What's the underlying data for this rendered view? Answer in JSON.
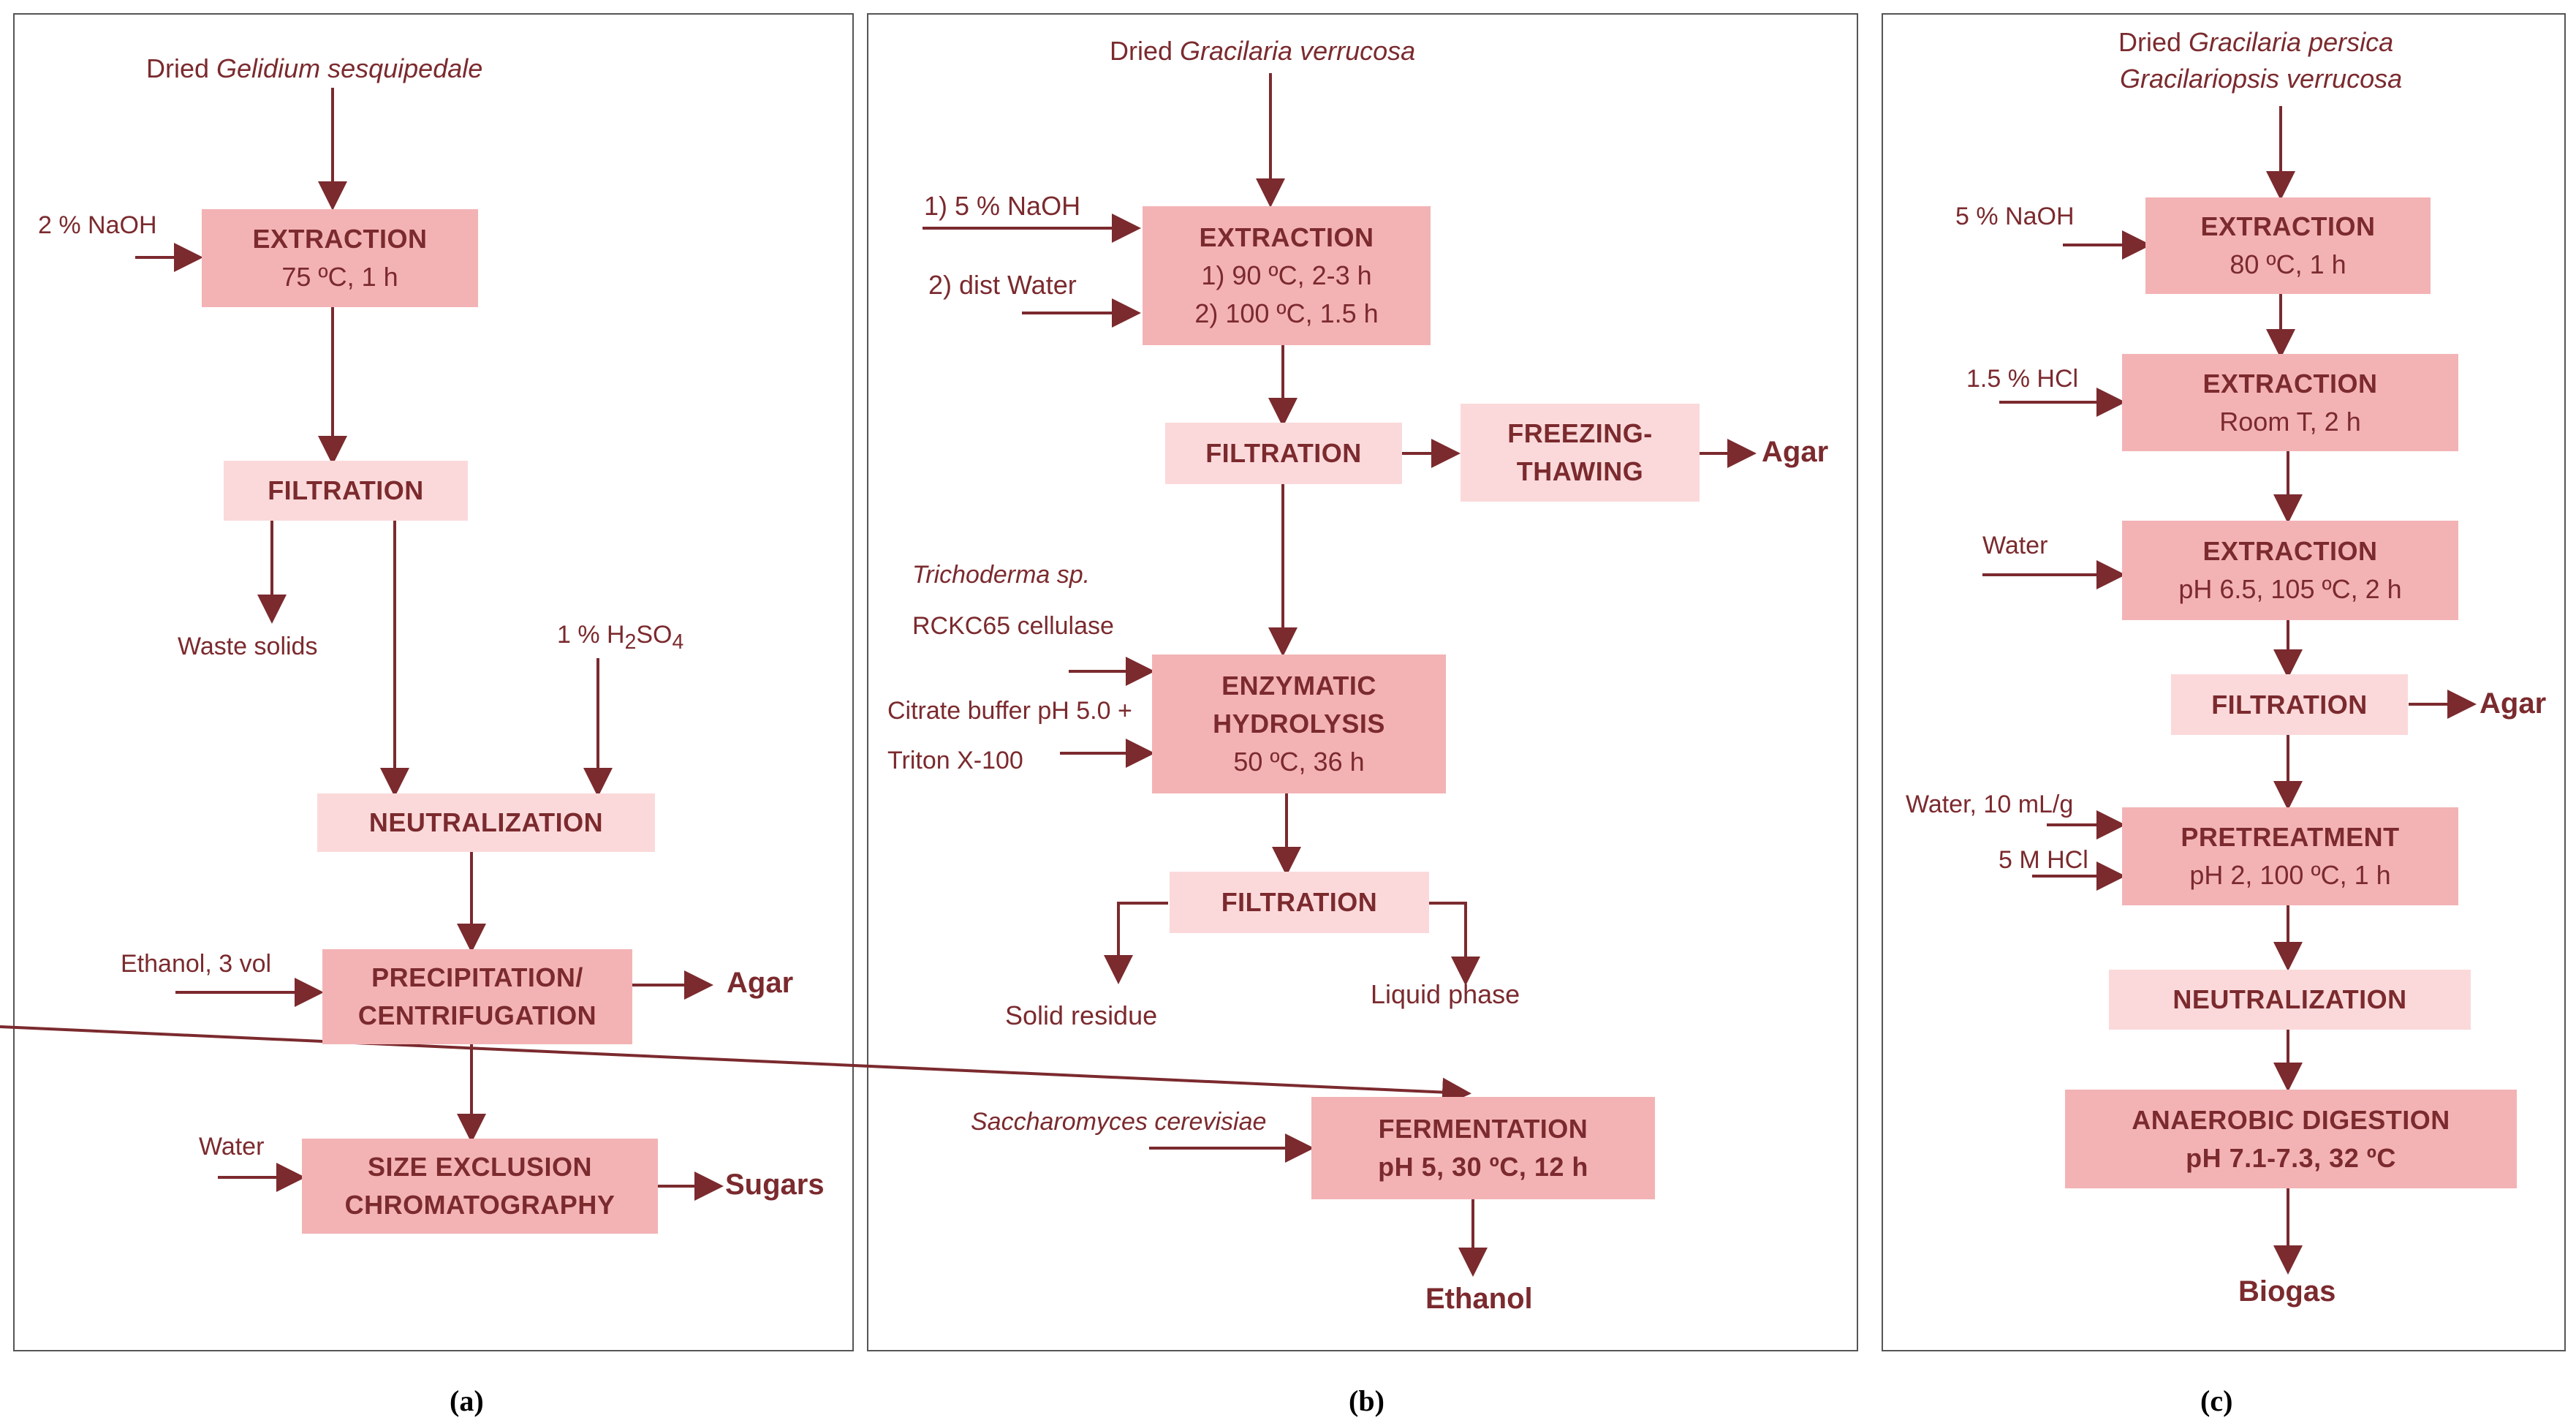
{
  "panels": {
    "a": {
      "caption": "(a)",
      "source": {
        "prefix": "Dried ",
        "species": "Gelidium sesquipedale"
      },
      "steps": [
        {
          "title": "EXTRACTION",
          "lines": [
            "75 ºC, 1 h"
          ]
        },
        {
          "title": "FILTRATION",
          "lines": []
        },
        {
          "title": "NEUTRALIZATION",
          "lines": []
        },
        {
          "title": "PRECIPITATION/",
          "lines": [
            "CENTRIFUGATION"
          ]
        },
        {
          "title": "SIZE EXCLUSION",
          "lines": [
            "CHROMATOGRAPHY"
          ]
        }
      ],
      "inputs": {
        "naoh": "2 % NaOH",
        "h2so4_prefix": "1 % H",
        "h2so4_sub1": "2",
        "h2so4_mid": "SO",
        "h2so4_sub2": "4",
        "ethanol": "Ethanol, 3 vol",
        "water": "Water"
      },
      "outputs": {
        "waste": "Waste solids",
        "agar": "Agar",
        "sugars": "Sugars"
      }
    },
    "b": {
      "caption": "(b)",
      "source": {
        "prefix": "Dried ",
        "species": "Gracilaria verrucosa"
      },
      "steps": [
        {
          "title": "EXTRACTION",
          "lines": [
            "1) 90 ºC, 2-3 h",
            "2) 100 ºC, 1.5 h"
          ]
        },
        {
          "title": "FILTRATION",
          "lines": []
        },
        {
          "title": "FREEZING-",
          "lines": [
            "THAWING"
          ]
        },
        {
          "title": "ENZYMATIC",
          "lines": [
            "HYDROLYSIS",
            "50 ºC, 36 h"
          ]
        },
        {
          "title": "FILTRATION",
          "lines": []
        },
        {
          "title": "FERMENTATION",
          "lines": [
            "pH 5, 30 ºC, 12 h"
          ]
        }
      ],
      "inputs": {
        "naoh": "1) 5 % NaOH",
        "water": "2) dist Water",
        "trichoderma": "Trichoderma sp.",
        "cellulase": "RCKC65 cellulase",
        "citrate": "Citrate buffer pH 5.0 +",
        "triton": "Triton X-100",
        "saccharomyces": "Saccharomyces cerevisiae"
      },
      "outputs": {
        "agar": "Agar",
        "solid": "Solid residue",
        "liquid": "Liquid phase",
        "ethanol": "Ethanol"
      }
    },
    "c": {
      "caption": "(c)",
      "source": {
        "line1_prefix": "Dried ",
        "line1_species": "Gracilaria persica",
        "line2_species": "Gracilariopsis verrucosa"
      },
      "steps": [
        {
          "title": "EXTRACTION",
          "lines": [
            "80 ºC, 1 h"
          ]
        },
        {
          "title": "EXTRACTION",
          "lines": [
            "Room T, 2 h"
          ]
        },
        {
          "title": "EXTRACTION",
          "lines": [
            "pH 6.5, 105 ºC, 2 h"
          ]
        },
        {
          "title": "FILTRATION",
          "lines": []
        },
        {
          "title": "PRETREATMENT",
          "lines": [
            "pH 2, 100 ºC, 1 h"
          ]
        },
        {
          "title": "NEUTRALIZATION",
          "lines": []
        },
        {
          "title": "ANAEROBIC DIGESTION",
          "lines": [
            "pH 7.1-7.3, 32 ºC"
          ]
        }
      ],
      "inputs": {
        "naoh": "5 % NaOH",
        "hcl": "1.5 % HCl",
        "water": "Water",
        "water2": "Water, 10 mL/g",
        "hcl2": "5 M HCl"
      },
      "outputs": {
        "agar": "Agar",
        "biogas": "Biogas"
      }
    }
  },
  "colors": {
    "box_dark": "#f3b3b5",
    "box_light": "#fbd9da",
    "text": "#7b2a2e",
    "arrow": "#7b2a2e"
  }
}
